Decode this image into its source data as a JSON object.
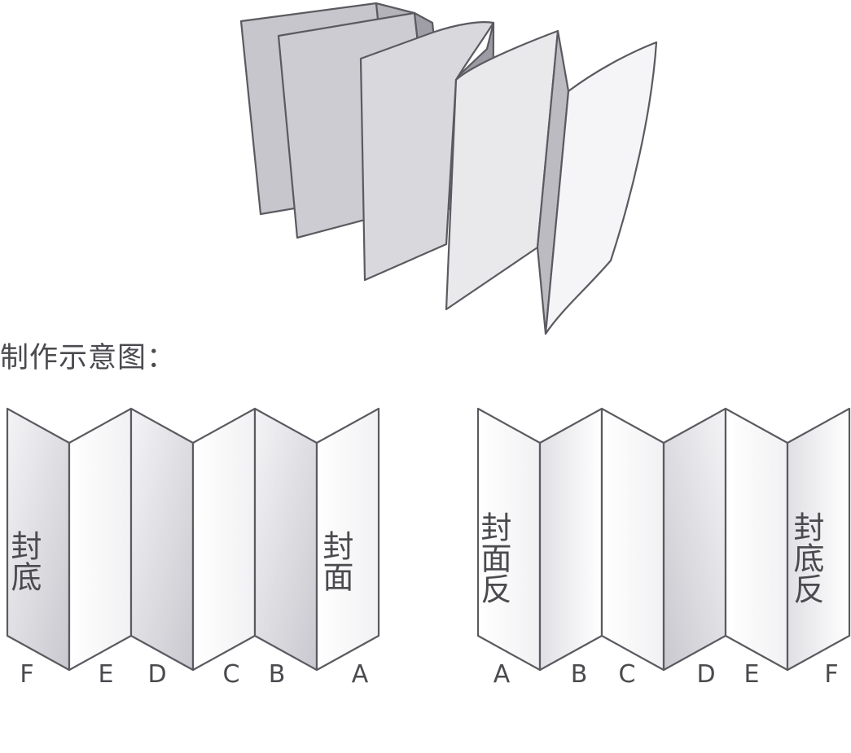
{
  "caption": "制作示意图：",
  "colors": {
    "stroke": "#5b5a60",
    "text": "#4a4a4f",
    "panel_dark": "#c8c7ce",
    "panel_light": "#ffffff"
  },
  "diagram_left": {
    "bottom_labels": [
      "F",
      "E",
      "D",
      "C",
      "B",
      "A"
    ],
    "cover_back": "封底",
    "cover_front": "封面"
  },
  "diagram_right": {
    "bottom_labels": [
      "A",
      "B",
      "C",
      "D",
      "E",
      "F"
    ],
    "cover_front_reverse": "封面反",
    "cover_back_reverse": "封底反"
  }
}
